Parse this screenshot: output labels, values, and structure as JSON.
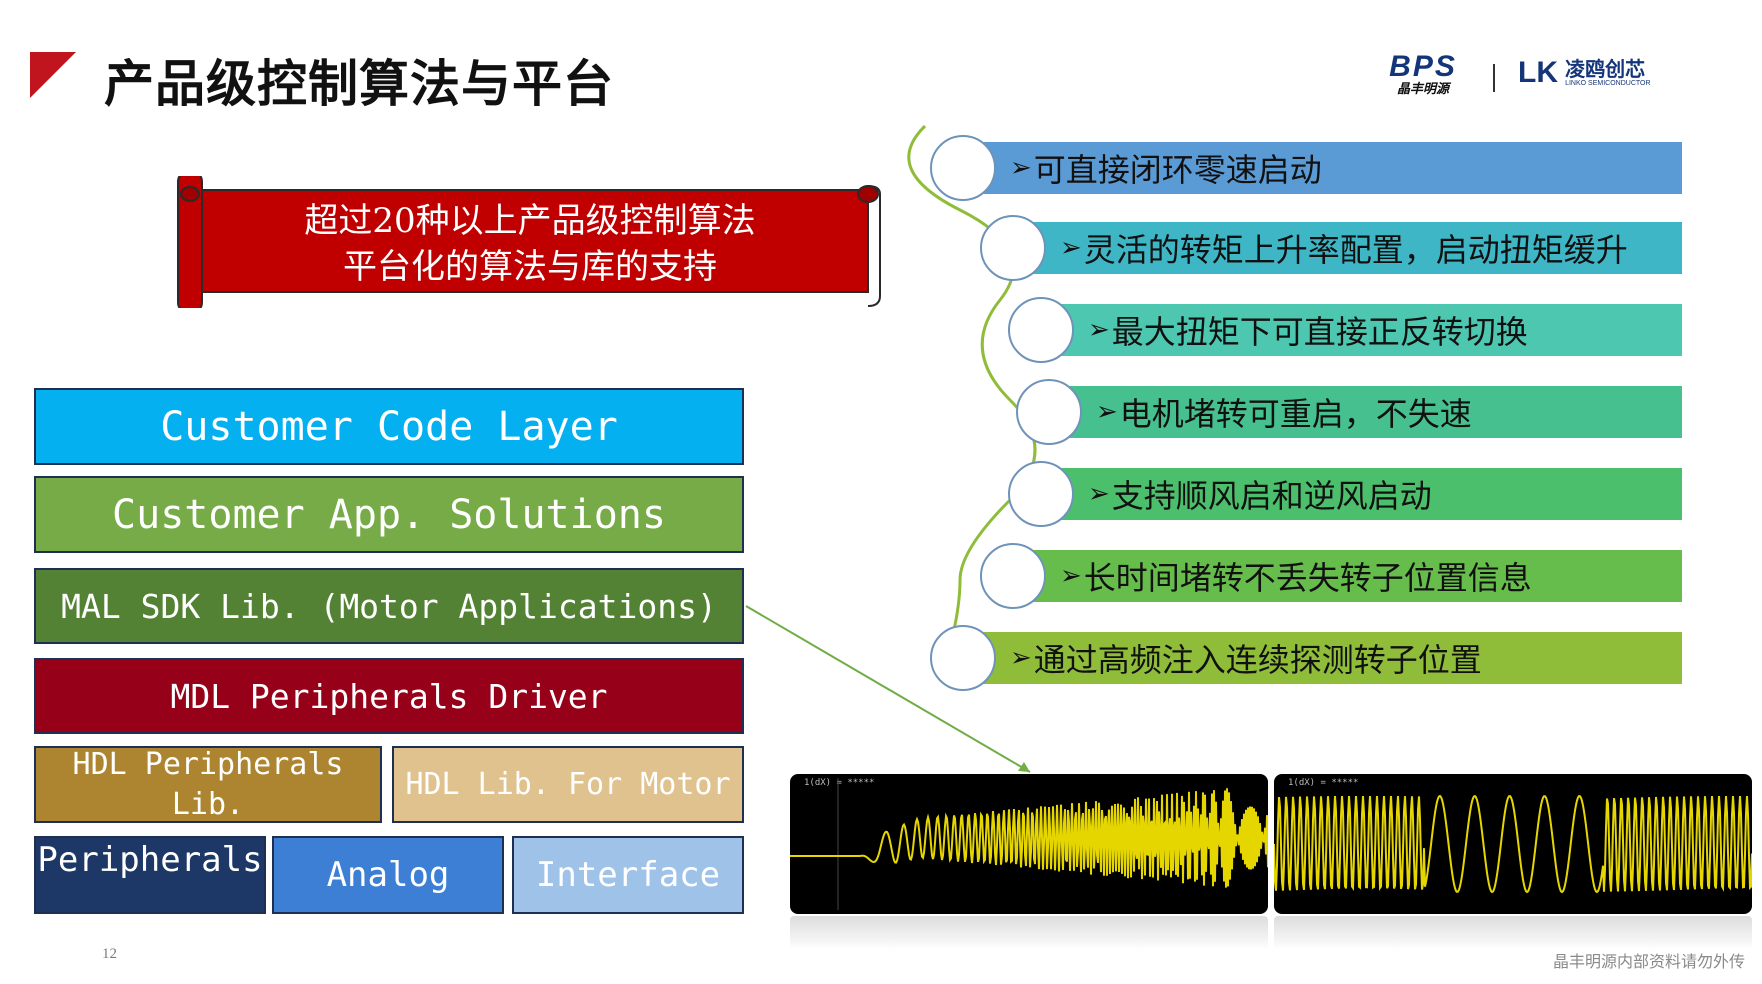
{
  "title": "产品级控制算法与平台",
  "logos": {
    "bps": {
      "main": "BPS",
      "cn": "晶丰明源"
    },
    "lk": {
      "mark": "LK",
      "cn": "凌鸥创芯",
      "en": "LINKO SEMICONDUCTOR"
    }
  },
  "banner": {
    "line1": "超过20种以上产品级控制算法",
    "line2": "平台化的算法与库的支持"
  },
  "layers": {
    "customer_code": "Customer Code Layer",
    "customer_app": "Customer App. Solutions",
    "mal_sdk": "MAL SDK Lib. (Motor Applications)",
    "mdl": "MDL Peripherals Driver",
    "hdl_peripherals": "HDL Peripherals Lib.",
    "hdl_motor": "HDL Lib. For Motor",
    "peripherals": "Peripherals",
    "analog": "Analog",
    "interface": "Interface"
  },
  "features": [
    {
      "text": "可直接闭环零速启动",
      "color": "#5b9bd5"
    },
    {
      "text": "灵活的转矩上升率配置，启动扭矩缓升",
      "color": "#3fb6c6"
    },
    {
      "text": "最大扭矩下可直接正反转切换",
      "color": "#4dc7b0"
    },
    {
      "text": "电机堵转可重启，不失速",
      "color": "#45c08e"
    },
    {
      "text": "支持顺风启和逆风启动",
      "color": "#4cbf6c"
    },
    {
      "text": "长时间堵转不丢失转子位置信息",
      "color": "#67bd4c"
    },
    {
      "text": "通过高频注入连续探测转子位置",
      "color": "#8fbd3a"
    }
  ],
  "feature_arrow": "➢",
  "scopes": [
    {
      "label": "1(dX)  =  *****"
    },
    {
      "label": "1(dX)  =  *****"
    }
  ],
  "page_number": "12",
  "footer": "晶丰明源内部资料请勿外传"
}
